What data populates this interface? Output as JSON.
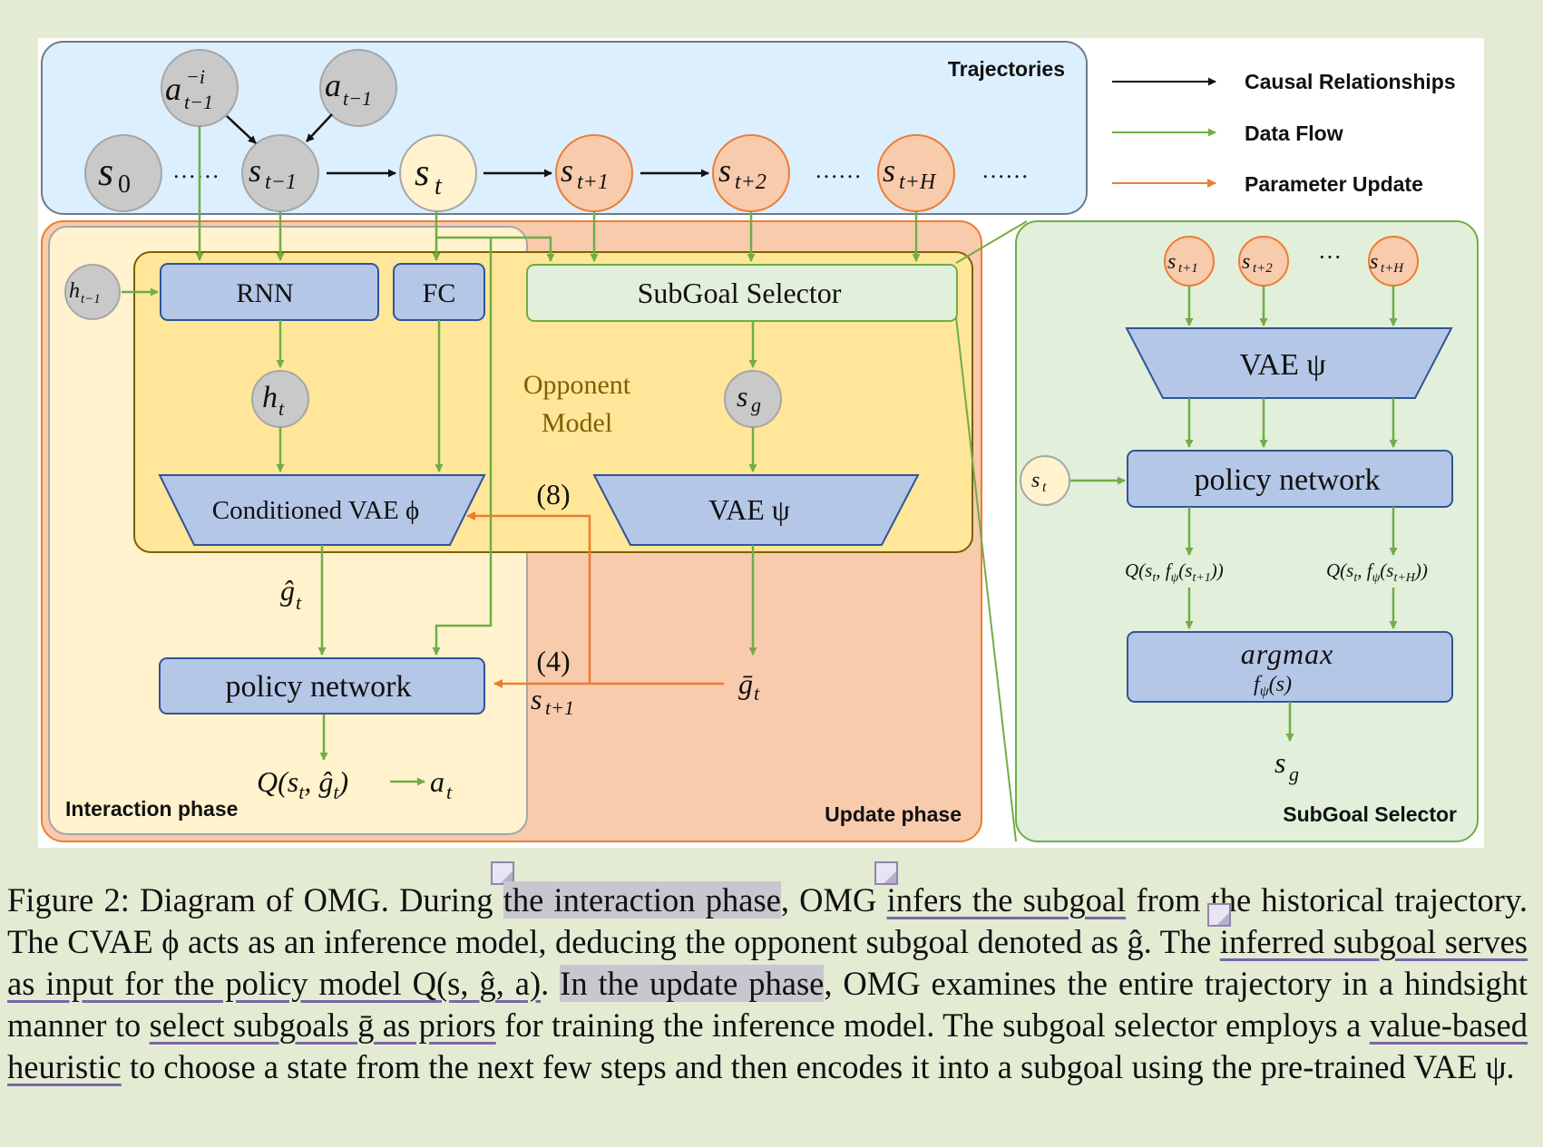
{
  "diagram": {
    "trajectories_label": "Trajectories",
    "legend": {
      "causal": "Causal Relationships",
      "dataflow": "Data Flow",
      "param": "Parameter Update"
    },
    "nodes": {
      "a_opp": "a",
      "a_opp_sup": "−i",
      "a_opp_sub": "t−1",
      "a_prev": "a",
      "a_prev_sub": "t−1",
      "s0": "s",
      "s0_sub": "0",
      "dots1": "……",
      "s_prev": "s",
      "s_prev_sub": "t−1",
      "s_t": "s",
      "s_t_sub": "t",
      "s_t1": "s",
      "s_t1_sub": "t+1",
      "s_t2": "s",
      "s_t2_sub": "t+2",
      "dots2": "……",
      "s_tH": "s",
      "s_tH_sub": "t+H",
      "dots3": "……",
      "h_prev": "h",
      "h_prev_sub": "t−1",
      "h_t": "h",
      "h_t_sub": "t",
      "s_g": "s",
      "s_g_sub": "g"
    },
    "blocks": {
      "rnn": "RNN",
      "fc": "FC",
      "subgoal_selector": "SubGoal Selector",
      "opponent_model": "Opponent\nModel",
      "cvae": "Conditioned VAE ϕ",
      "vae": "VAE ψ",
      "policy": "policy network",
      "g_hat": "ĝ",
      "g_hat_sub": "t",
      "g_bar": "ḡ",
      "g_bar_sub": "t",
      "label8": "(8)",
      "label4": "(4)",
      "s_next": "s",
      "s_next_sub": "t+1",
      "q_out": "Q(s",
      "q_out_sub1": "t",
      "q_out_mid": ", ĝ",
      "q_out_sub2": "t",
      "q_out_end": ")",
      "a_t": "a",
      "a_t_sub": "t"
    },
    "phases": {
      "interaction": "Interaction phase",
      "update": "Update phase",
      "selector_title": "SubGoal Selector"
    },
    "selector_panel": {
      "s1": "s",
      "s1_sub": "t+1",
      "s2": "s",
      "s2_sub": "t+2",
      "dots": "···",
      "sH": "s",
      "sH_sub": "t+H",
      "vae": "VAE ψ",
      "st": "s",
      "st_sub": "t",
      "policy": "policy network",
      "q1": "Q(s",
      "q1_sub": "t",
      "q1_mid": ", f",
      "q1_sub2": "ψ",
      "q1_mid2": "(s",
      "q1_sub3": "t+1",
      "q1_end": "))",
      "qH": "Q(s",
      "qH_sub": "t",
      "qH_mid": ", f",
      "qH_sub2": "ψ",
      "qH_mid2": "(s",
      "qH_sub3": "t+H",
      "qH_end": "))",
      "argmax": "argmax",
      "argmax_sub": "f",
      "argmax_sub2": "ψ",
      "argmax_sub3": "(s)",
      "sg": "s",
      "sg_sub": "g"
    },
    "colors": {
      "trajectories_bg": "#dcefff",
      "orange": "#ed7d31",
      "green": "#70ad47",
      "blue_block": "#b4c7e7",
      "yellow": "#ffe699",
      "update_bg": "#f8cbad",
      "interaction_bg": "#fff2cc",
      "selector_bg": "#e2efda",
      "gray_node": "#c9c9c9"
    }
  },
  "caption": {
    "p1": "Figure 2: Diagram of OMG. During ",
    "h1": "the interaction phase",
    "p2": ", OMG ",
    "u1": "infers the subgoal",
    "p3": " from the historical trajectory. The CVAE ϕ acts as an inference model, deducing the opponent subgoal denoted as ĝ. The ",
    "u2": "inferred subgoal serves as input for the policy model Q(s, ĝ, a)",
    "p4": ". ",
    "h2": "In the update phase",
    "p5": ", OMG examines the entire trajectory in a hindsight manner to ",
    "u3": "select subgoals ḡ as priors",
    "p6": " for training the inference model. The subgoal selector employs a ",
    "u4": "value-based heuristic",
    "p7": " to choose a state from the next few steps and then encodes it into a subgoal using the pre-trained VAE ψ."
  }
}
